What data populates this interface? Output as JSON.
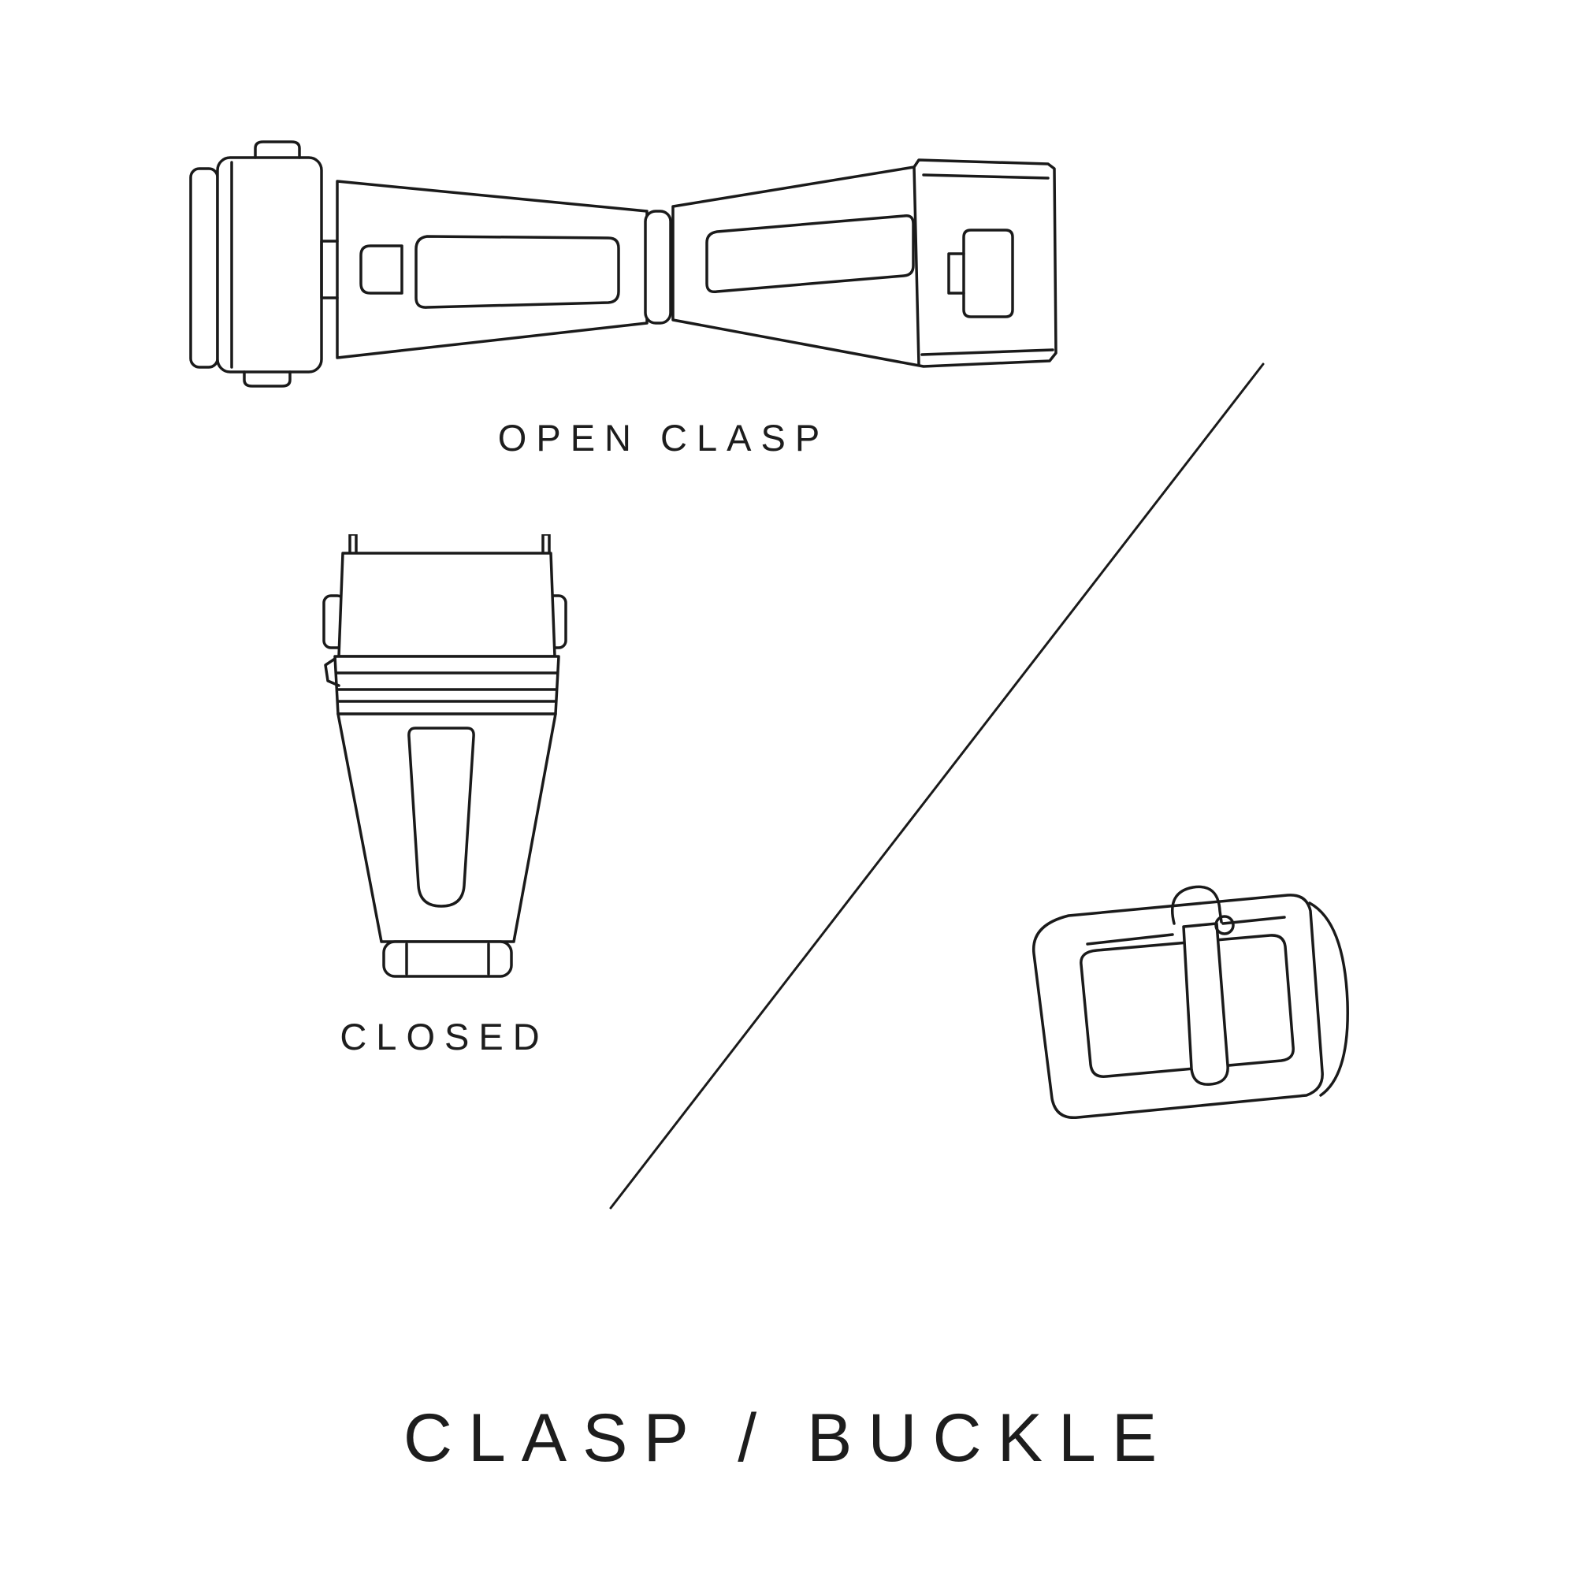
{
  "canvas": {
    "background_color": "#ffffff",
    "line_color": "#1a1a1a",
    "text_color": "#1d1d1d"
  },
  "figures": {
    "open_clasp": {
      "label": "OPEN CLASP",
      "illustration": "open-clasp-line-drawing"
    },
    "closed_clasp": {
      "label": "CLOSED",
      "illustration": "closed-clasp-line-drawing"
    },
    "buckle": {
      "illustration": "tang-buckle-line-drawing"
    }
  },
  "divider": {
    "type": "diagonal-line"
  },
  "title": "CLASP / BUCKLE"
}
